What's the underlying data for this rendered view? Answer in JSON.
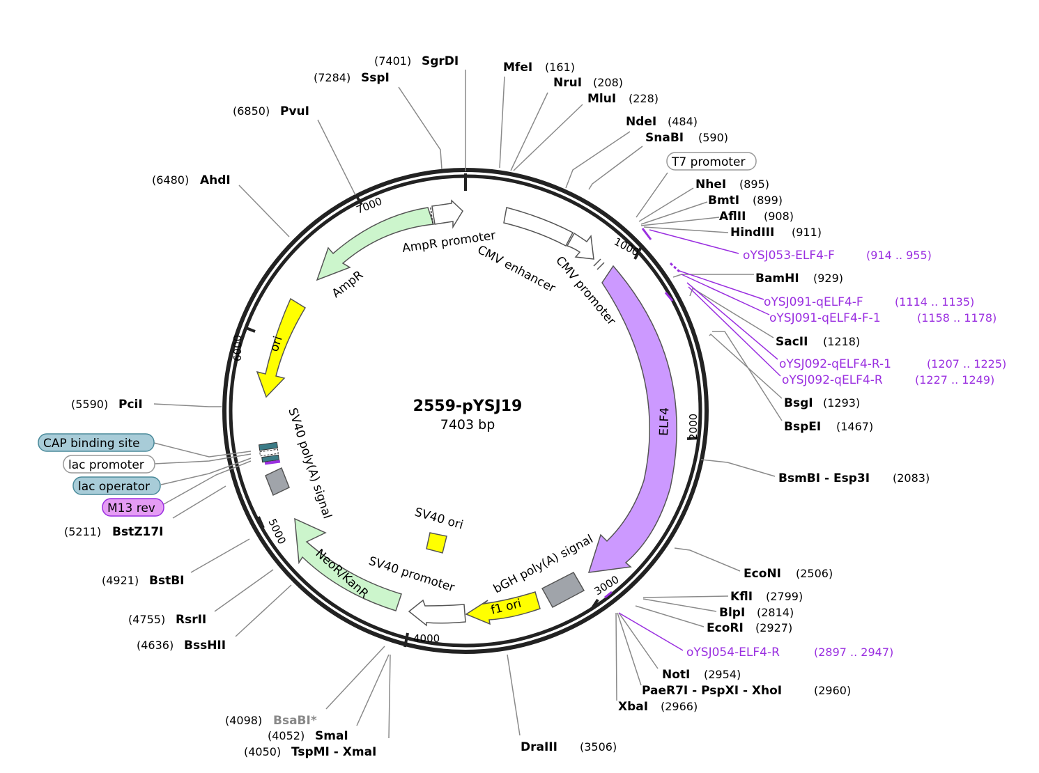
{
  "plasmid": {
    "name": "2559-pYSJ19",
    "length_label": "7403 bp"
  },
  "ticks": [
    "1000",
    "2000",
    "3000",
    "4000",
    "5000",
    "6000",
    "7000"
  ],
  "features": {
    "ampr_promoter": "AmpR promoter",
    "ampr": "AmpR",
    "ori": "ori",
    "cmv_enhancer": "CMV enhancer",
    "cmv_promoter": "CMV promoter",
    "elf4": "ELF4",
    "bgh_polya": "bGH poly(A) signal",
    "f1_ori": "f1 ori",
    "sv40_promoter": "SV40 promoter",
    "neor": "NeoR/KanR",
    "sv40_ori": "SV40 ori",
    "sv40_polya": "SV40 poly(A) signal"
  },
  "boxed_labels": {
    "t7": "T7 promoter",
    "cap": "CAP binding site",
    "lac_promoter": "lac promoter",
    "lac_operator": "lac operator",
    "m13": "M13 rev"
  },
  "sites": [
    {
      "name": "SgrDI",
      "pos": "(7401)"
    },
    {
      "name": "SspI",
      "pos": "(7284)"
    },
    {
      "name": "PvuI",
      "pos": "(6850)"
    },
    {
      "name": "AhdI",
      "pos": "(6480)"
    },
    {
      "name": "MfeI",
      "pos": "(161)"
    },
    {
      "name": "NruI",
      "pos": "(208)"
    },
    {
      "name": "MluI",
      "pos": "(228)"
    },
    {
      "name": "NdeI",
      "pos": "(484)"
    },
    {
      "name": "SnaBI",
      "pos": "(590)"
    },
    {
      "name": "NheI",
      "pos": "(895)"
    },
    {
      "name": "BmtI",
      "pos": "(899)"
    },
    {
      "name": "AflII",
      "pos": "(908)"
    },
    {
      "name": "HindIII",
      "pos": "(911)"
    },
    {
      "name": "BamHI",
      "pos": "(929)"
    },
    {
      "name": "SacII",
      "pos": "(1218)"
    },
    {
      "name": "BsgI",
      "pos": "(1293)"
    },
    {
      "name": "BspEI",
      "pos": "(1467)"
    },
    {
      "name": "BsmBI - Esp3I",
      "pos": "(2083)"
    },
    {
      "name": "EcoNI",
      "pos": "(2506)"
    },
    {
      "name": "KflI",
      "pos": "(2799)"
    },
    {
      "name": "BlpI",
      "pos": "(2814)"
    },
    {
      "name": "EcoRI",
      "pos": "(2927)"
    },
    {
      "name": "NotI",
      "pos": "(2954)"
    },
    {
      "name": "PaeR7I - PspXI - XhoI",
      "pos": "(2960)"
    },
    {
      "name": "XbaI",
      "pos": "(2966)"
    },
    {
      "name": "DraIII",
      "pos": "(3506)"
    },
    {
      "name": "PciI",
      "pos": "(5590)"
    },
    {
      "name": "BstZ17I",
      "pos": "(5211)"
    },
    {
      "name": "BstBI",
      "pos": "(4921)"
    },
    {
      "name": "RsrII",
      "pos": "(4755)"
    },
    {
      "name": "BssHII",
      "pos": "(4636)"
    },
    {
      "name": "BsaBI*",
      "pos": "(4098)"
    },
    {
      "name": "SmaI",
      "pos": "(4052)"
    },
    {
      "name": "TspMI - XmaI",
      "pos": "(4050)"
    }
  ],
  "primers": [
    {
      "name": "oYSJ053-ELF4-F",
      "range": "(914 .. 955)"
    },
    {
      "name": "oYSJ091-qELF4-F",
      "range": "(1114 .. 1135)"
    },
    {
      "name": "oYSJ091-qELF4-F-1",
      "range": "(1158 .. 1178)"
    },
    {
      "name": "oYSJ092-qELF4-R-1",
      "range": "(1207 .. 1225)"
    },
    {
      "name": "oYSJ092-qELF4-R",
      "range": "(1227 .. 1249)"
    },
    {
      "name": "oYSJ054-ELF4-R",
      "range": "(2897 .. 2947)"
    }
  ],
  "colors": {
    "backbone": "#222222",
    "leader": "#8a8a8a",
    "primer": "#9a2fe0",
    "ampr_fill": "#ccf5cc",
    "ori_fill": "#ffff00",
    "elf4_fill": "#cc99ff",
    "polya_fill": "#a0a4aa",
    "cap_fill": "#a8ccd8",
    "m13_fill": "#e59cf4"
  }
}
